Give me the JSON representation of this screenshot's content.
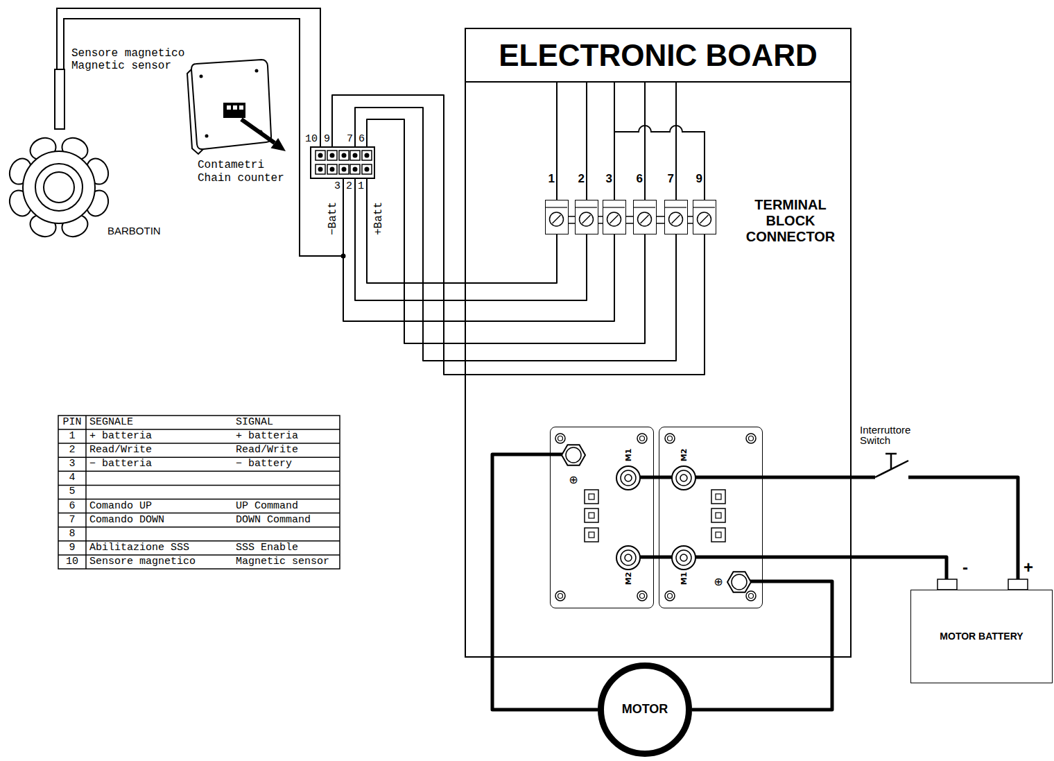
{
  "diagram": {
    "nodes": [
      {
        "text": [
          "ELECTRONIC BOARD"
        ]
      },
      {
        "text": [
          "1"
        ],
        "in": 0
      },
      {
        "text": [
          "2"
        ],
        "in": 0
      },
      {
        "text": [
          "3"
        ],
        "in": 0
      },
      {
        "text": [
          "6"
        ],
        "in": 0
      },
      {
        "text": [
          "7"
        ],
        "in": 0
      },
      {
        "text": [
          "9"
        ],
        "in": 0
      },
      {
        "text": [
          "⊕",
          "M1",
          "M2"
        ],
        "in": 0
      },
      {
        "text": [
          "M2",
          "M1",
          "⊕"
        ],
        "in": 0
      },
      {
        "text": [
          "10",
          "9",
          "7",
          "6",
          "3",
          "2",
          "1"
        ]
      },
      {
        "text": [
          "Interruttore",
          "Switch"
        ]
      },
      {
        "text": [
          "MOTOR"
        ]
      },
      {
        "text": [
          "MOTOR BATTERY"
        ]
      }
    ],
    "edges": [
      {
        "from": 9,
        "to": 1,
        "arrow": "none"
      },
      {
        "from": 9,
        "to": 2,
        "arrow": "none"
      },
      {
        "from": 9,
        "to": 3,
        "arrow": "none"
      },
      {
        "from": 9,
        "to": 4,
        "arrow": "none"
      },
      {
        "from": 9,
        "to": 5,
        "arrow": "none"
      },
      {
        "from": 9,
        "to": 6,
        "arrow": "none"
      },
      {
        "from": 11,
        "to": 7,
        "arrow": "none"
      },
      {
        "from": 11,
        "to": 8,
        "arrow": "none"
      },
      {
        "from": 12,
        "to": 8,
        "arrow": "none"
      },
      {
        "from": 12,
        "to": 10,
        "arrow": "none"
      },
      {
        "from": 10,
        "to": 8,
        "arrow": "none"
      }
    ],
    "labels": [
      "Sensore magnetico",
      "Magnetic sensor",
      "Contametri",
      "Chain counter",
      "BARBOTIN",
      "−Batt",
      "+Batt",
      "TERMINAL BLOCK CONNECTOR",
      "-",
      "+",
      "PIN",
      "SEGNALE",
      "SIGNAL",
      "1",
      "+ batteria",
      "+ batteria",
      "2",
      "Read/Write",
      "Read/Write",
      "3",
      "− batteria",
      "− battery",
      "4",
      "5",
      "6",
      "Comando UP",
      "UP Command",
      "7",
      "Comando DOWN",
      "DOWN Command",
      "8",
      "9",
      "Abilitazione SSS",
      "SSS Enable",
      "10",
      "Sensore magnetico",
      "Magnetic sensor"
    ]
  }
}
